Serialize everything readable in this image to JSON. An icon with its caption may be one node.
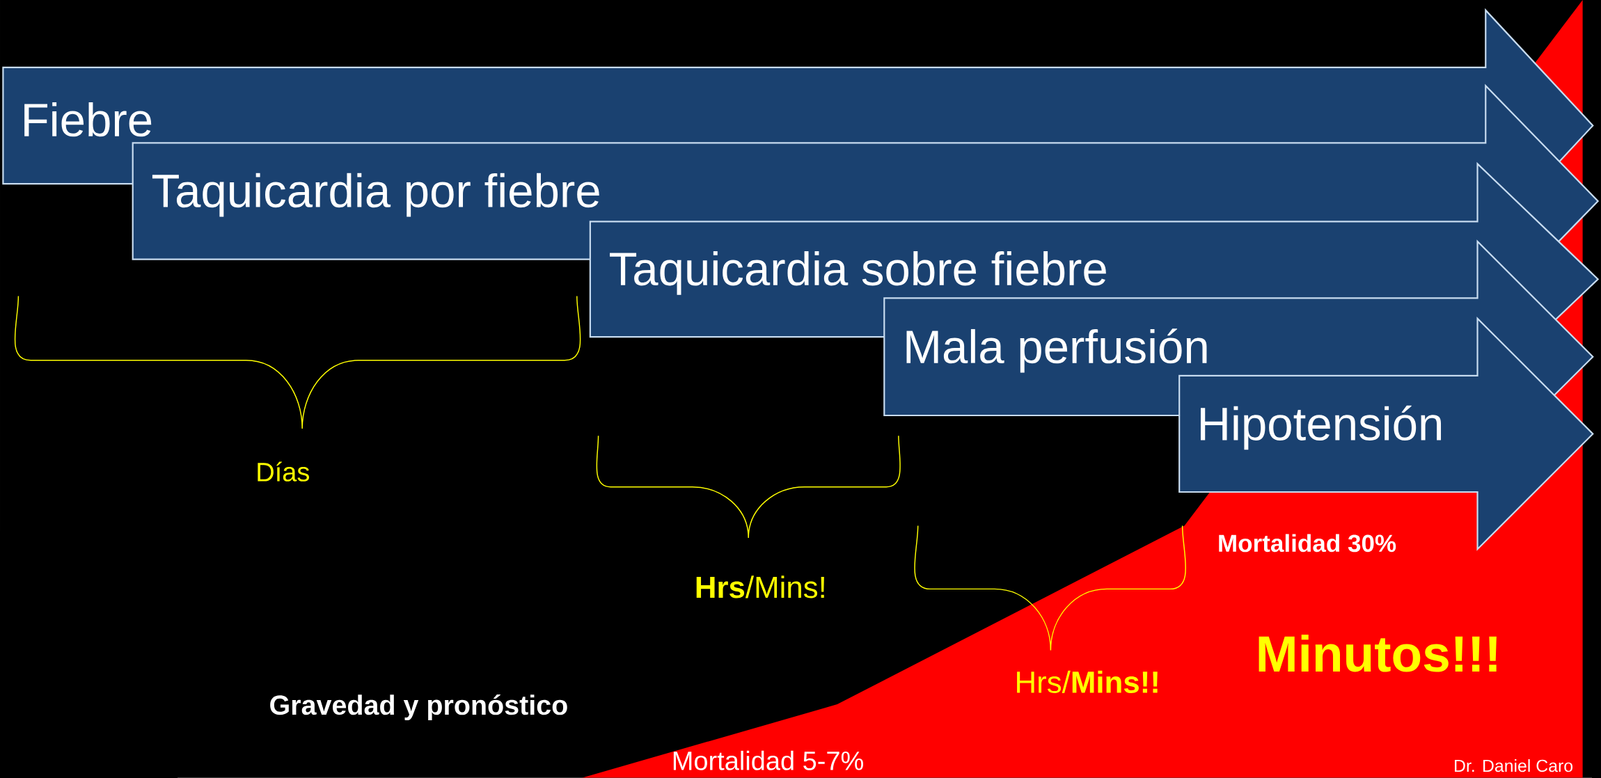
{
  "diagram": {
    "nodes": [
      {
        "text": [
          "Fiebre"
        ]
      },
      {
        "text": [
          "Taquicardia por fiebre"
        ]
      },
      {
        "text": [
          "Taquicardia sobre fiebre"
        ]
      },
      {
        "text": [
          "Mala perfusión"
        ]
      },
      {
        "text": [
          "Hipotensión"
        ]
      }
    ],
    "labels": [
      "Días",
      "**Hrs**/Mins!",
      "Mortalidad 30%",
      "Minutos!!!",
      "Hrs/**Mins!!**",
      "Gravedad y pronóstico",
      "Mortalidad 5-7%",
      "Dr. Daniel Caro"
    ]
  }
}
